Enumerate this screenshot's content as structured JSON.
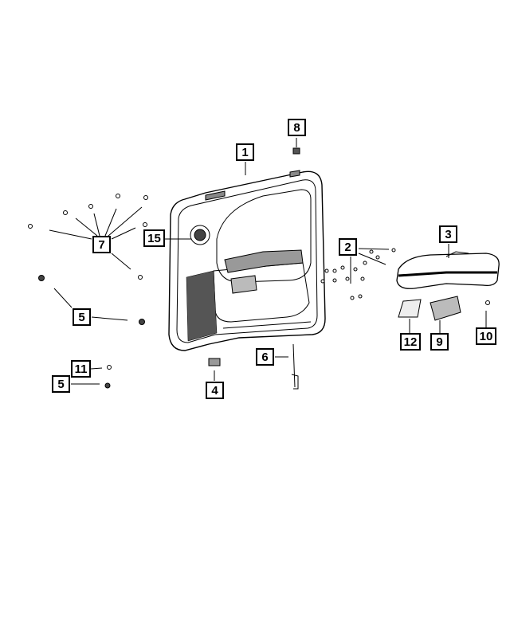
{
  "diagram": {
    "callouts": [
      {
        "id": "c8",
        "label": "8"
      },
      {
        "id": "c1",
        "label": "1"
      },
      {
        "id": "c7",
        "label": "7"
      },
      {
        "id": "c15",
        "label": "15"
      },
      {
        "id": "c2",
        "label": "2"
      },
      {
        "id": "c3",
        "label": "3"
      },
      {
        "id": "c5a",
        "label": "5"
      },
      {
        "id": "c12",
        "label": "12"
      },
      {
        "id": "c9",
        "label": "9"
      },
      {
        "id": "c10",
        "label": "10"
      },
      {
        "id": "c6",
        "label": "6"
      },
      {
        "id": "c11",
        "label": "11"
      },
      {
        "id": "c5b",
        "label": "5"
      },
      {
        "id": "c4",
        "label": "4"
      }
    ],
    "line_color": "#000000"
  }
}
